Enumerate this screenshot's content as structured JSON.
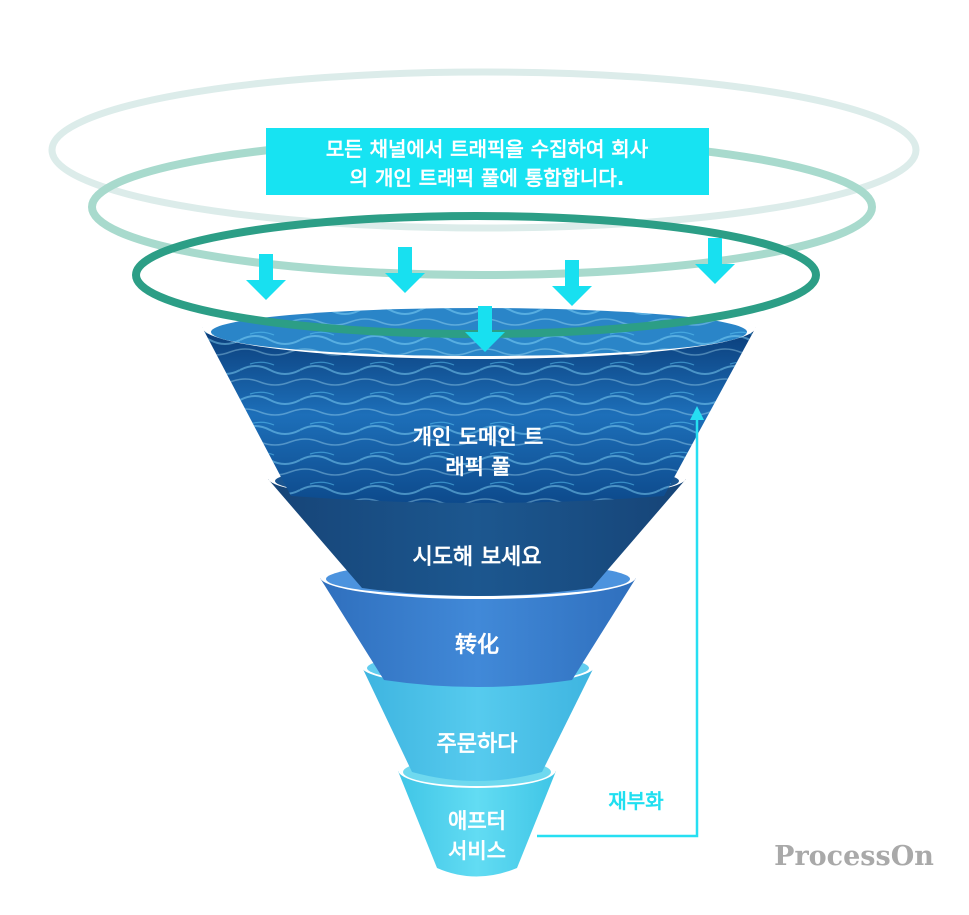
{
  "intro": {
    "line1": "모든 채널에서 트래픽을 수집하여 회사",
    "line2": "의 개인 트래픽 풀에 통합합니다."
  },
  "stages": {
    "pool": {
      "line1": "개인 도메인 트",
      "line2": "래픽 풀"
    },
    "trial": {
      "label": "시도해 보세요"
    },
    "conversion": {
      "label": "转化"
    },
    "order": {
      "label": "주문하다"
    },
    "aftersales": {
      "line1": "애프터",
      "line2": "서비스"
    }
  },
  "feedback": {
    "label": "재부화"
  },
  "watermark": {
    "text": "ProcessOn"
  },
  "colors": {
    "accent_cyan": "#17e3f2",
    "ring_light": "#d9ece7",
    "ring_mid": "#a6d8cc",
    "ring_dark": "#2b9f86",
    "trial_fill": "#1a4f86",
    "conversion_fill": "#3b82d3",
    "order_fill": "#4ac3ea",
    "aftersales_fill": "#50d3ef",
    "water_dark": "#0b3f7e",
    "water_light": "#3ab6ea"
  },
  "icons": [
    "down-arrow-icon",
    "up-arrow-icon"
  ]
}
